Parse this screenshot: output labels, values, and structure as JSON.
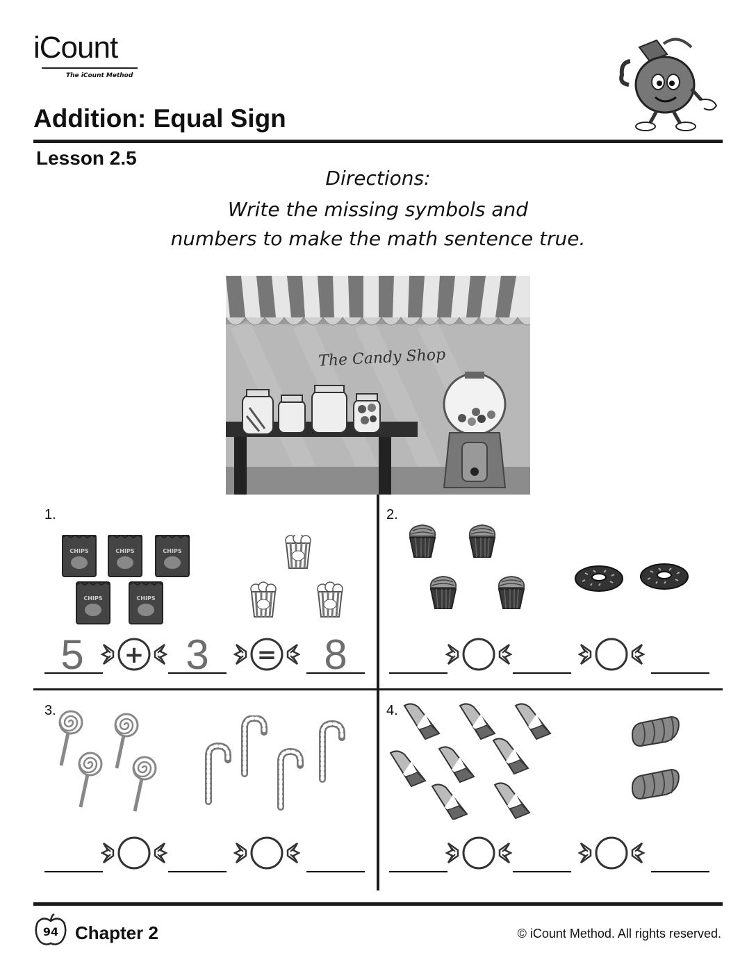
{
  "header": {
    "logo_text": "iCount",
    "logo_tagline": "The iCount Method",
    "title": "Addition: Equal Sign",
    "lesson": "Lesson 2.5"
  },
  "directions": {
    "heading": "Directions:",
    "line1": "Write the missing symbols and",
    "line2": "numbers to make the math sentence true."
  },
  "illustration": {
    "shop_sign": "The Candy Shop"
  },
  "problems": [
    {
      "number": "1.",
      "answers": [
        "5",
        "3",
        "8"
      ],
      "symbols": [
        "+",
        "="
      ]
    },
    {
      "number": "2.",
      "answers": [
        "",
        "",
        ""
      ],
      "symbols": [
        "",
        ""
      ]
    },
    {
      "number": "3.",
      "answers": [
        "",
        "",
        ""
      ],
      "symbols": [
        "",
        ""
      ]
    },
    {
      "number": "4.",
      "answers": [
        "",
        "",
        ""
      ],
      "symbols": [
        "",
        ""
      ]
    }
  ],
  "footer": {
    "page_number": "94",
    "chapter": "Chapter 2",
    "copyright": "© iCount Method. All rights reserved."
  }
}
